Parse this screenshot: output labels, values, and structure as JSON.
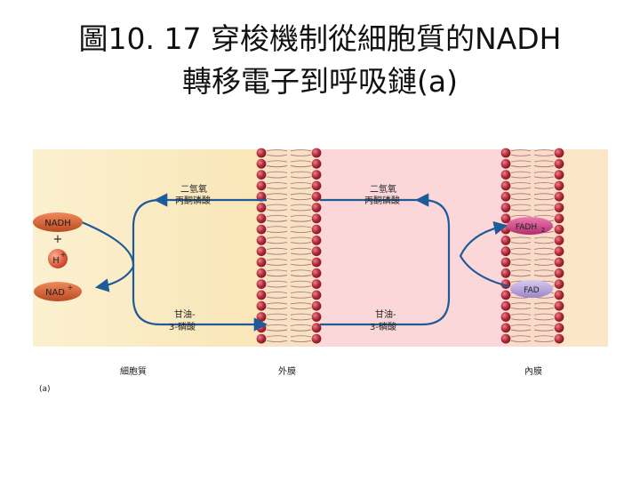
{
  "title": {
    "line1": "圖10. 17 穿梭機制從細胞質的NADH",
    "line2": "轉移電子到呼吸鏈(a)"
  },
  "diagram": {
    "left_enzyme_top": [
      "二氫氧",
      "丙酮磷酸"
    ],
    "left_enzyme_bottom": [
      "甘油-",
      "3-磷酸"
    ],
    "right_enzyme_top": [
      "二氫氧",
      "丙酮磷酸"
    ],
    "right_enzyme_bottom": [
      "甘油-",
      "3-磷酸"
    ],
    "nadh": "NADH",
    "plus": "+",
    "h_plus": "H",
    "h_plus_sup": "+",
    "nad_plus": "NAD",
    "nad_plus_sup": "+",
    "fadh2": "FADH",
    "fadh2_sub": "2",
    "fad": "FAD",
    "region_cytoplasm": "細胞質",
    "region_outer_membrane": "外膜",
    "region_inner_membrane": "內膜",
    "panel_label": "(a)"
  },
  "colors": {
    "cytoplasm_bg": "#fbeec8",
    "intermembrane_bg": "#fbd6d8",
    "matrix_bg": "#fbe6c8",
    "lipid_head": "#b0283a",
    "arrow_blue": "#1f5a99",
    "nadh_pill": "#d96a3a",
    "h_ball": "#e0553a",
    "fadh2_pill": "#d24a8a",
    "fad_pill": "#b9a6dc"
  }
}
